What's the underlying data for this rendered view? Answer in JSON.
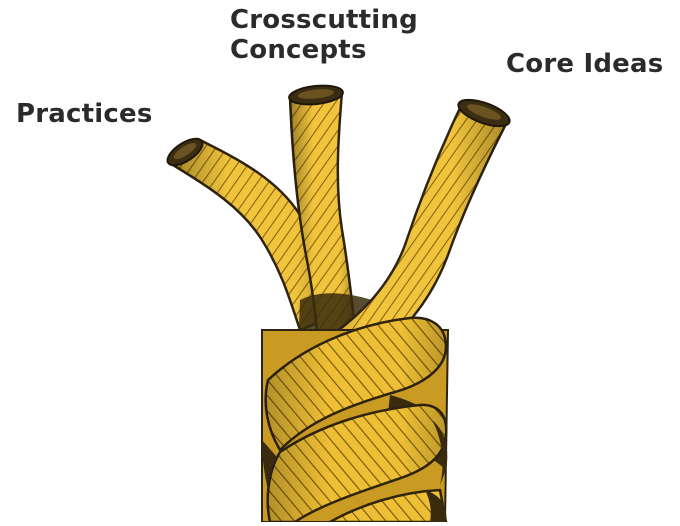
{
  "labels": {
    "practices": "Practices",
    "crosscutting_line1": "Crosscutting",
    "crosscutting_line2": "Concepts",
    "core_ideas": "Core Ideas"
  },
  "colors": {
    "rope_fill": "#f0c43c",
    "rope_shadow": "#b98f1e",
    "rope_outline": "#2f2410",
    "rope_end": "#3a2d12",
    "label_text": "#2b2b2b",
    "background": "#ffffff"
  },
  "icons": {
    "rope": "braided-rope-illustration"
  }
}
